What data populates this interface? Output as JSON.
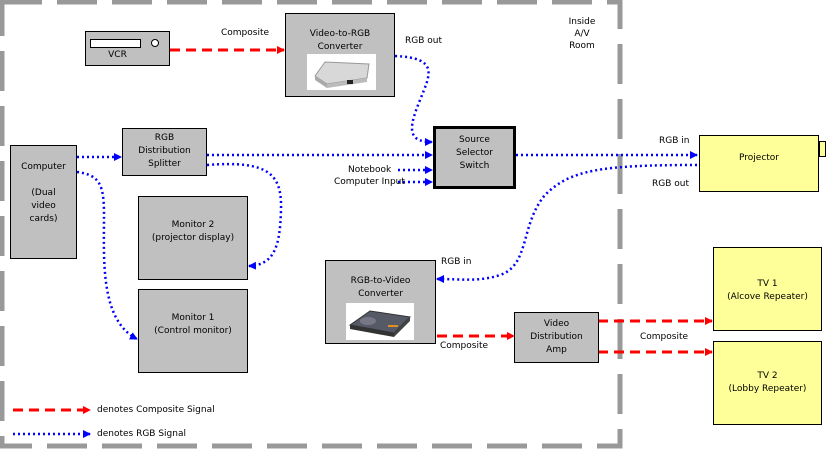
{
  "boundary": {
    "label": "Inside\nA/V\nRoom"
  },
  "colors": {
    "composite": "#ff0000",
    "rgb": "#0000ff",
    "device_gray": "#c0c0c0",
    "device_yellow": "#ffff99",
    "boundary": "#999999"
  },
  "devices": {
    "vcr": {
      "label": "VCR"
    },
    "video_to_rgb": {
      "label": "Video-to-RGB\nConverter",
      "icon": "converter-device-photo"
    },
    "computer": {
      "label": "Computer\n\n(Dual\nvideo\ncards)"
    },
    "rgb_splitter": {
      "label": "RGB\nDistribution\nSplitter"
    },
    "source_switch": {
      "label": "Source\nSelector\nSwitch"
    },
    "monitor2": {
      "label": "Monitor 2\n(projector display)"
    },
    "monitor1": {
      "label": "Monitor 1\n(Control monitor)"
    },
    "rgb_to_video": {
      "label": "RGB-to-Video\nConverter",
      "icon": "converter-device-photo"
    },
    "video_amp": {
      "label": "Video\nDistribution\nAmp"
    },
    "projector": {
      "label": "Projector"
    },
    "tv1": {
      "label": "TV 1\n(Alcove Repeater)"
    },
    "tv2": {
      "label": "TV 2\n(Lobby Repeater)"
    }
  },
  "signal_labels": {
    "vcr_composite": "Composite",
    "rgb_out_converter": "RGB out",
    "notebook": "Notebook",
    "computer_input": "Computer Input",
    "projector_rgb_in": "RGB in",
    "projector_rgb_out": "RGB out",
    "converter_rgb_in": "RGB in",
    "converter_composite": "Composite",
    "tv_composite": "Composite"
  },
  "legend": {
    "composite": "denotes Composite Signal",
    "rgb": "denotes RGB Signal"
  }
}
